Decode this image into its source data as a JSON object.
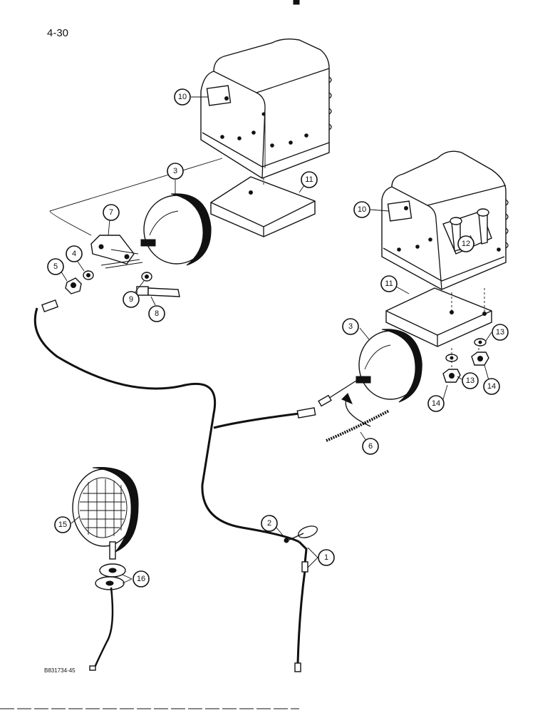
{
  "page_number": "4-30",
  "figure_code": "B831734-45",
  "callouts": [
    "10",
    "11",
    "3",
    "7",
    "4",
    "5",
    "9",
    "8",
    "10",
    "11",
    "12",
    "3",
    "13",
    "13",
    "14",
    "14",
    "6",
    "15",
    "2",
    "1",
    "16"
  ]
}
